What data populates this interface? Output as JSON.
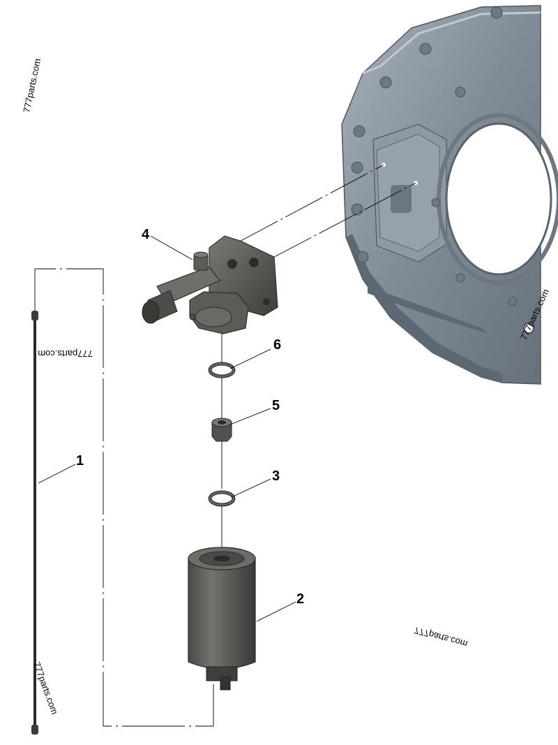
{
  "callouts": [
    {
      "id": "1",
      "label": "1"
    },
    {
      "id": "2",
      "label": "2"
    },
    {
      "id": "3",
      "label": "3"
    },
    {
      "id": "4",
      "label": "4"
    },
    {
      "id": "5",
      "label": "5"
    },
    {
      "id": "6",
      "label": "6"
    }
  ],
  "watermark": {
    "text": "777parts.com"
  },
  "colors": {
    "housing": "#7e8a95",
    "housing_dark": "#5c6670",
    "housing_light": "#a3adb6",
    "filter_body": "#5d5c58",
    "filter_dark": "#3f3e3b",
    "line": "#000000"
  }
}
